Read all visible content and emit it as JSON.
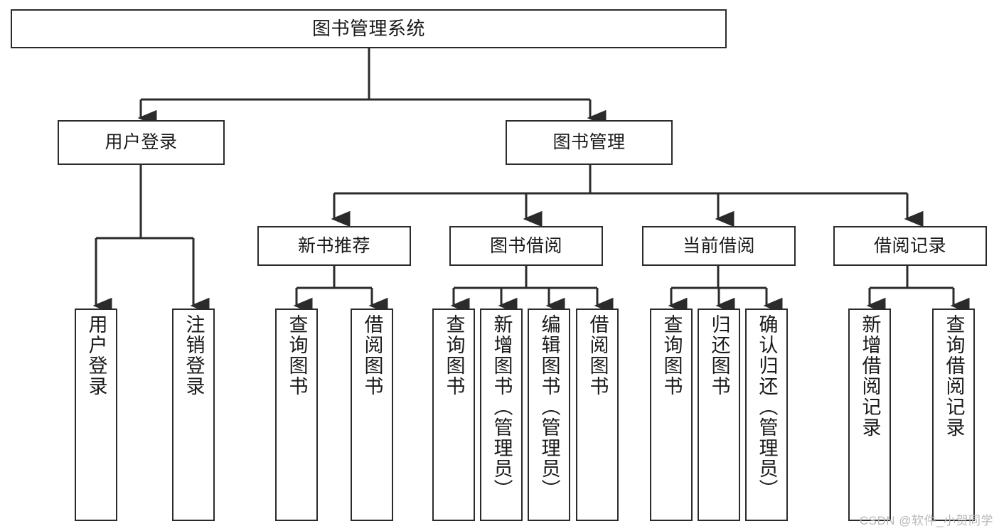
{
  "diagram": {
    "type": "tree",
    "title": "图书管理系统",
    "root": {
      "label": "图书管理系统"
    },
    "level1": [
      {
        "label": "用户登录"
      },
      {
        "label": "图书管理"
      }
    ],
    "level2": [
      {
        "label": "新书推荐"
      },
      {
        "label": "图书借阅"
      },
      {
        "label": "当前借阅"
      },
      {
        "label": "借阅记录"
      }
    ],
    "leaves_user_login": [
      {
        "label": "用户登录"
      },
      {
        "label": "注销登录"
      }
    ],
    "leaves_new_book": [
      {
        "label": "查询图书"
      },
      {
        "label": "借阅图书"
      }
    ],
    "leaves_borrow": [
      {
        "label": "查询图书"
      },
      {
        "label": "新增图书（管理员）"
      },
      {
        "label": "编辑图书（管理员）"
      },
      {
        "label": "借阅图书"
      }
    ],
    "leaves_current": [
      {
        "label": "查询图书"
      },
      {
        "label": "归还图书"
      },
      {
        "label": "确认归还（管理员）"
      }
    ],
    "leaves_record": [
      {
        "label": "新增借阅记录"
      },
      {
        "label": "查询借阅记录"
      }
    ]
  },
  "watermark": {
    "text": "CSDN @软件_小贺同学"
  },
  "colors": {
    "stroke": "#2b2b2b",
    "fill": "#ffffff",
    "text": "#1a1a1a",
    "watermark": "#b9b9b9"
  }
}
